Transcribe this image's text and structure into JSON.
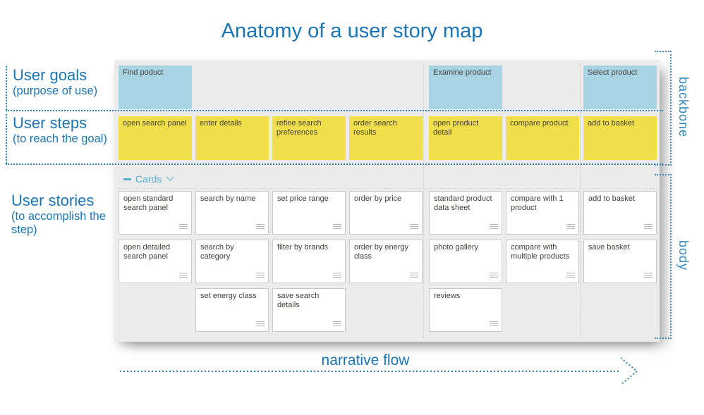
{
  "title": "Anatomy of a user story map",
  "legend": {
    "goals_title": "User goals",
    "goals_subtitle": "(purpose of use)",
    "steps_title": "User steps",
    "steps_subtitle": "(to reach the goal)",
    "stories_title": "User stories",
    "stories_subtitle": "(to accomplish the step)"
  },
  "board": {
    "goals": [
      {
        "label": "Find poduct"
      },
      {
        "label": "Examine product"
      },
      {
        "label": "Select product"
      }
    ],
    "steps": [
      {
        "label": "open search panel"
      },
      {
        "label": "enter details"
      },
      {
        "label": "refine search preferences"
      },
      {
        "label": "order search results"
      },
      {
        "label": "open product detail"
      },
      {
        "label": "compare product"
      },
      {
        "label": "add to basket"
      }
    ],
    "cards_header": {
      "label": "Cards"
    },
    "stories": [
      {
        "label": "open standard search panel"
      },
      {
        "label": "search by name"
      },
      {
        "label": "set price range"
      },
      {
        "label": "order by price"
      },
      {
        "label": "standard product data sheet"
      },
      {
        "label": "compare with 1 product"
      },
      {
        "label": "add to basket"
      },
      {
        "label": "open detailed search panel"
      },
      {
        "label": "search by category"
      },
      {
        "label": "filter by brands"
      },
      {
        "label": "order by energy class"
      },
      {
        "label": "photo gallery"
      },
      {
        "label": "compare with multiple products"
      },
      {
        "label": "save basket"
      },
      {
        "label": "set energy class"
      },
      {
        "label": "save search details"
      },
      {
        "label": "reviews"
      }
    ]
  },
  "annotations": {
    "backbone": "backbone",
    "body": "body",
    "narrative_flow": "narrative flow"
  },
  "colors": {
    "accent_blue": "#1a75b4",
    "goal_card_blue": "#a9d4e4",
    "step_card_yellow": "#f0df4a",
    "cards_header_teal": "#56aed2",
    "board_background": "#ececec",
    "dotted_line_blue": "#3380ad"
  }
}
